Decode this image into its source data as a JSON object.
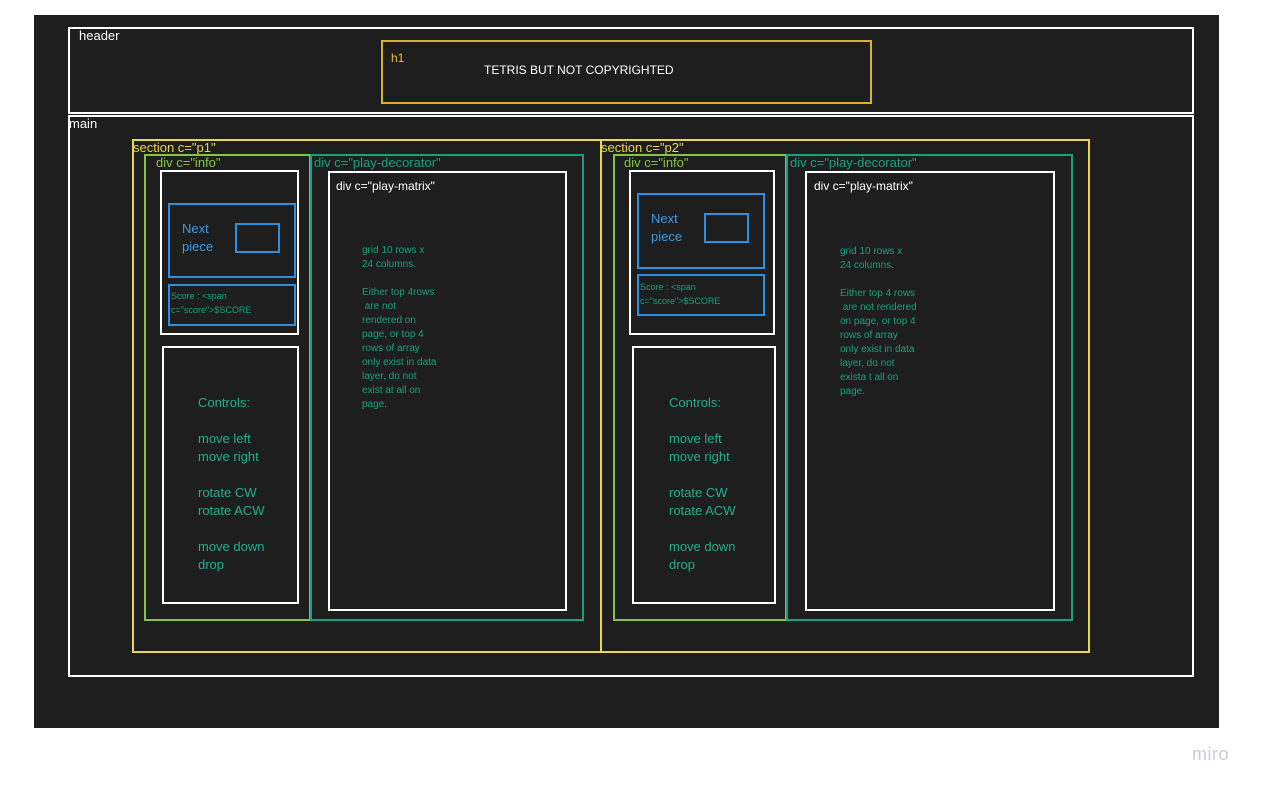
{
  "header": {
    "label": "header",
    "h1_label": "h1",
    "title": "TETRIS BUT NOT COPYRIGHTED"
  },
  "main": {
    "label": "main"
  },
  "p1": {
    "section_label": "section c=\"p1\"",
    "info_label": "div c=\"info\"",
    "decorator_label": "div c=\"play-decorator\"",
    "matrix_label": "div c=\"play-matrix\"",
    "next_piece": "Next\npiece",
    "score": "Score : <span\nc=\"score\">$SCORE",
    "controls": "Controls:\n\nmove left\nmove right\n\nrotate CW\nrotate ACW\n\nmove down\ndrop",
    "matrix_note": "grid 10 rows x\n24 columns.\n\nEither top 4rows\n are not\nrendered on\npage, or top 4\nrows of array\nonly exist in data\nlayer, do not\nexist at all on\npage."
  },
  "p2": {
    "section_label": "section c=\"p2\"",
    "info_label": "div c=\"info\"",
    "decorator_label": "div c=\"play-decorator\"",
    "matrix_label": "div c=\"play-matrix\"",
    "next_piece": "Next\npiece",
    "score": "Score : <span\nc=\"score\">$SCORE",
    "controls": "Controls:\n\nmove left\nmove right\n\nrotate CW\nrotate ACW\n\nmove down\ndrop",
    "matrix_note": "grid 10 rows x\n24 columns.\n\nEither top 4 rows\n are not rendered\non page, or top 4\nrows of array\nonly exist in data\nlayer, do not\nexista t all on\npage."
  },
  "watermark": "miro"
}
